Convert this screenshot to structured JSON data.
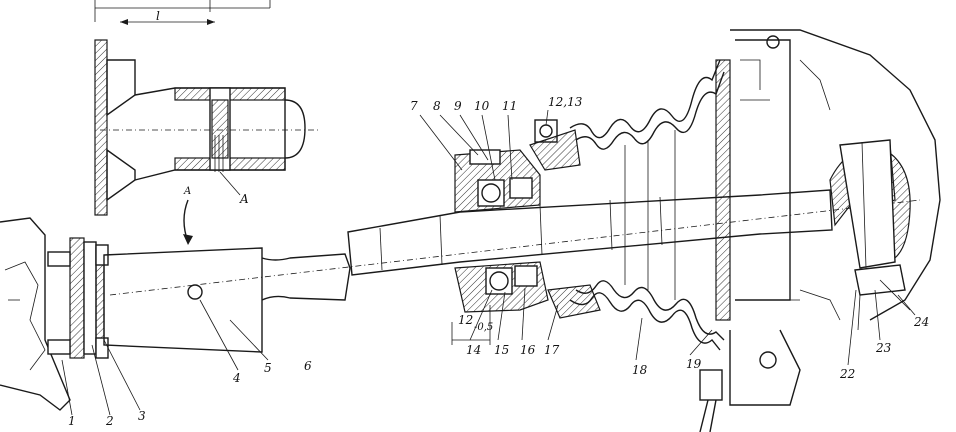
{
  "callouts": [
    "1",
    "2",
    "3",
    "4",
    "5",
    "6",
    "7",
    "8",
    "9",
    "10",
    "11",
    "12,13",
    "14",
    "15",
    "16",
    "17",
    "18",
    "19",
    "22",
    "23",
    "24"
  ],
  "letters": {
    "detail_a": "A",
    "arrow_a": "A",
    "dim_l": "l"
  },
  "dimension": {
    "value": "12",
    "tolerance": "-0,5"
  }
}
